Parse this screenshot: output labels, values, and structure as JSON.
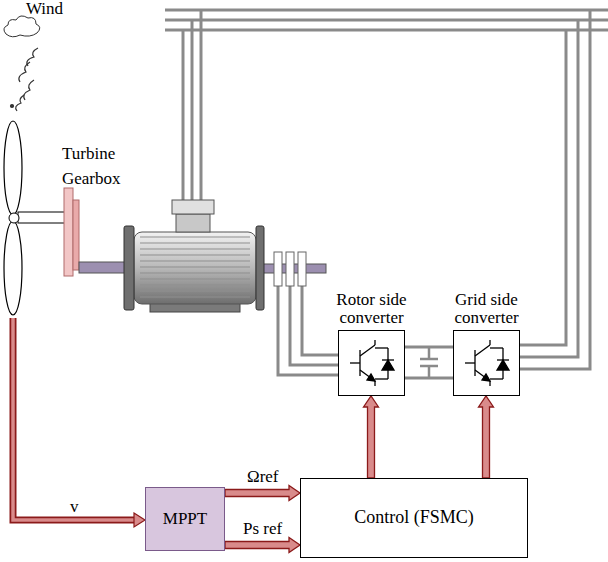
{
  "diagram": {
    "nodes": [
      {
        "text": [
          "Rotor side converter"
        ]
      },
      {
        "text": [
          "Grid side converter"
        ]
      },
      {
        "text": [
          "MPPT"
        ]
      },
      {
        "text": [
          "Control (FSMC)"
        ]
      }
    ],
    "edges": [
      {
        "from": 2,
        "to": 3,
        "arrow": "to",
        "label": "Ωref"
      },
      {
        "from": 2,
        "to": 3,
        "arrow": "to",
        "label": "Ps ref"
      },
      {
        "from": 3,
        "to": 0,
        "arrow": "to"
      },
      {
        "from": 3,
        "to": 1,
        "arrow": "to"
      },
      {
        "from": 0,
        "to": 1,
        "arrow": "none"
      }
    ],
    "labels": [
      "Wind",
      "Turbine",
      "Gearbox",
      "v"
    ]
  }
}
